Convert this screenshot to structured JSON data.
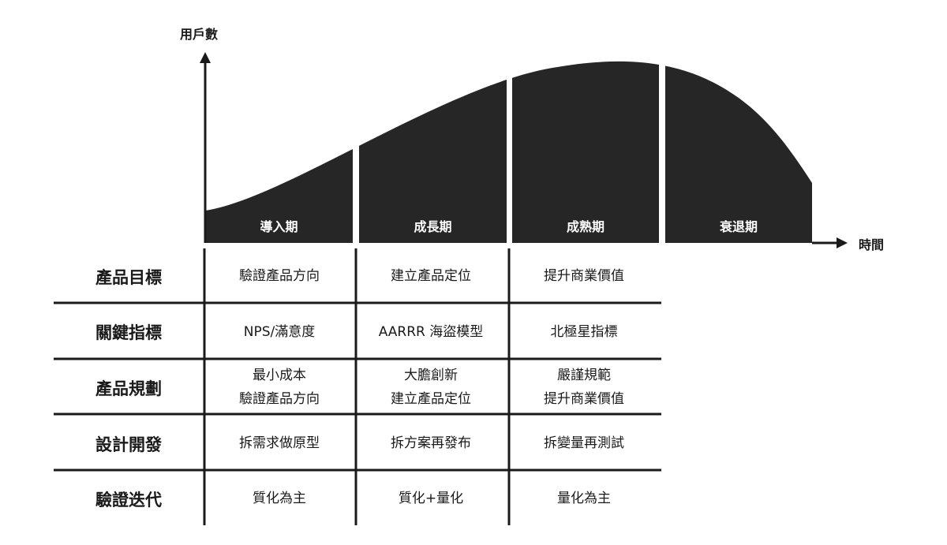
{
  "axes": {
    "y_label": "用戶數",
    "x_label": "時間"
  },
  "stages": [
    "導入期",
    "成長期",
    "成熟期",
    "衰退期"
  ],
  "table": {
    "rows": [
      {
        "header": "產品目標",
        "cells": [
          [
            "驗證產品方向"
          ],
          [
            "建立產品定位"
          ],
          [
            "提升商業價值"
          ]
        ]
      },
      {
        "header": "關鍵指標",
        "cells": [
          [
            "NPS/滿意度"
          ],
          [
            "AARRR 海盜模型"
          ],
          [
            "北極星指標"
          ]
        ]
      },
      {
        "header": "產品規劃",
        "cells": [
          [
            "最小成本",
            "驗證產品方向"
          ],
          [
            "大膽創新",
            "建立產品定位"
          ],
          [
            "嚴謹規範",
            "提升商業價值"
          ]
        ]
      },
      {
        "header": "設計開發",
        "cells": [
          [
            "拆需求做原型"
          ],
          [
            "拆方案再發布"
          ],
          [
            "拆變量再測試"
          ]
        ]
      },
      {
        "header": "驗證迭代",
        "cells": [
          [
            "質化為主"
          ],
          [
            "質化+量化"
          ],
          [
            "量化為主"
          ]
        ]
      }
    ]
  },
  "colors": {
    "fill": "#262626",
    "line": "#1a1a1a",
    "label_text": "#ffffff"
  }
}
